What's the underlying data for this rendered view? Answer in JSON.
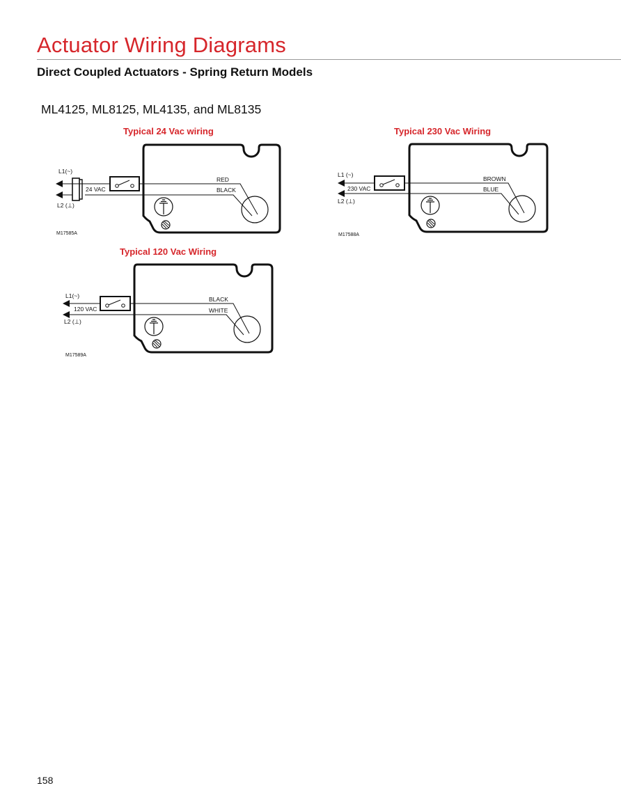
{
  "page": {
    "title": "Actuator Wiring Diagrams",
    "section_heading": "Direct Coupled Actuators - Spring Return Models",
    "models_heading": "ML4125, ML8125, ML4135, and ML8135",
    "page_number": "158"
  },
  "colors": {
    "accent": "#d6262b",
    "ink": "#111111",
    "rule": "#9a9a9a"
  },
  "diagrams": {
    "vac24": {
      "title": "Typical 24 Vac wiring",
      "l1": "L1(~)",
      "l2": "L2 (⊥)",
      "voltage": "24 VAC",
      "wire1": "RED",
      "wire2": "BLACK",
      "code": "M17585A"
    },
    "vac230": {
      "title": "Typical 230 Vac Wiring",
      "l1": "L1 (~)",
      "l2": "L2 (⊥)",
      "voltage": "230 VAC",
      "wire1": "BROWN",
      "wire2": "BLUE",
      "code": "M17588A"
    },
    "vac120": {
      "title": "Typical 120 Vac Wiring",
      "l1": "L1(~)",
      "l2": "L2 (⊥)",
      "voltage": "120 VAC",
      "wire1": "BLACK",
      "wire2": "WHITE",
      "code": "M17589A"
    }
  }
}
